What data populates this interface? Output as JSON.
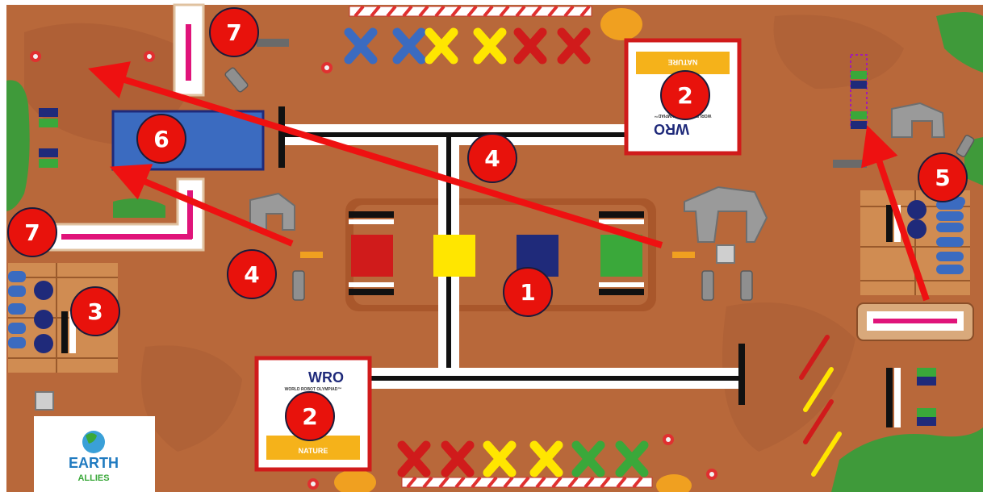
{
  "board": {
    "wro_logo": "WRO",
    "wro_subtitle": "WORLD ROBOT OLYMPIAD™",
    "nature_label": "NATURE",
    "earth_logo_line1": "EARTH",
    "earth_logo_line2": "ALLIES"
  },
  "markers": [
    {
      "id": "1",
      "label": "1"
    },
    {
      "id": "2-top",
      "label": "2"
    },
    {
      "id": "2-bottom",
      "label": "2"
    },
    {
      "id": "3",
      "label": "3"
    },
    {
      "id": "4-top",
      "label": "4"
    },
    {
      "id": "4-left",
      "label": "4"
    },
    {
      "id": "5",
      "label": "5"
    },
    {
      "id": "6",
      "label": "6"
    },
    {
      "id": "7-top",
      "label": "7"
    },
    {
      "id": "7-left",
      "label": "7"
    }
  ],
  "colors": {
    "ground": "#b8683a",
    "ground_dark": "#a65a30",
    "marker_fill": "#e8120c",
    "arrow": "#ee1111",
    "blue": "#1f2a7a",
    "mid_blue": "#3b6bc0",
    "yellow": "#ffe600",
    "red": "#d01b1b",
    "green": "#3aa83a",
    "magenta": "#e0147a"
  }
}
